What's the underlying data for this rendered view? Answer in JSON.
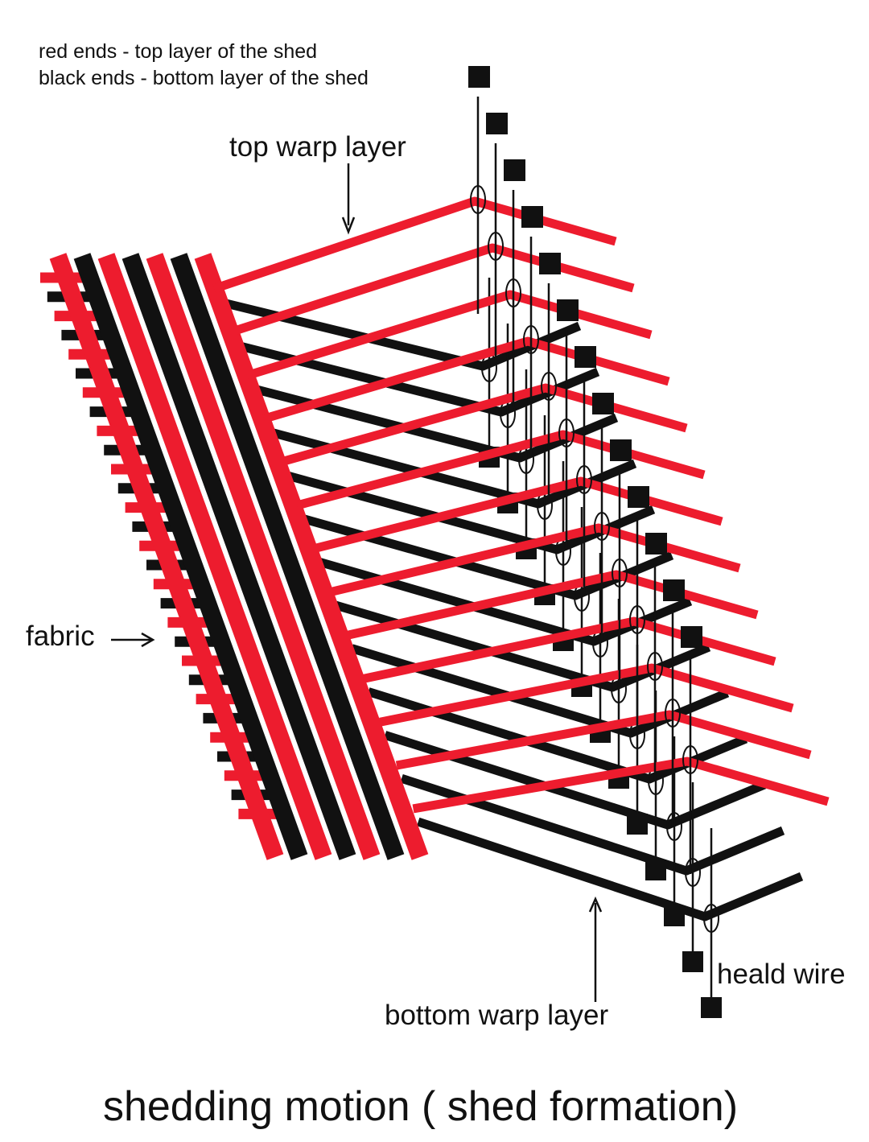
{
  "legend": {
    "red_line": "red ends - top layer of the shed",
    "black_line": "black ends - bottom layer of the shed"
  },
  "labels": {
    "top_warp": "top warp layer",
    "fabric": "fabric",
    "heald_wire": "heald wire",
    "bottom_warp": "bottom warp layer"
  },
  "title": "shedding motion ( shed formation)",
  "colors": {
    "top_layer": "#ed1c2e",
    "bottom_layer": "#111111",
    "heald_wire": "#111111",
    "text": "#111111",
    "background": "#ffffff"
  },
  "counts": {
    "red_warp_ends": 13,
    "black_warp_ends": 13,
    "heald_wires": 26
  }
}
